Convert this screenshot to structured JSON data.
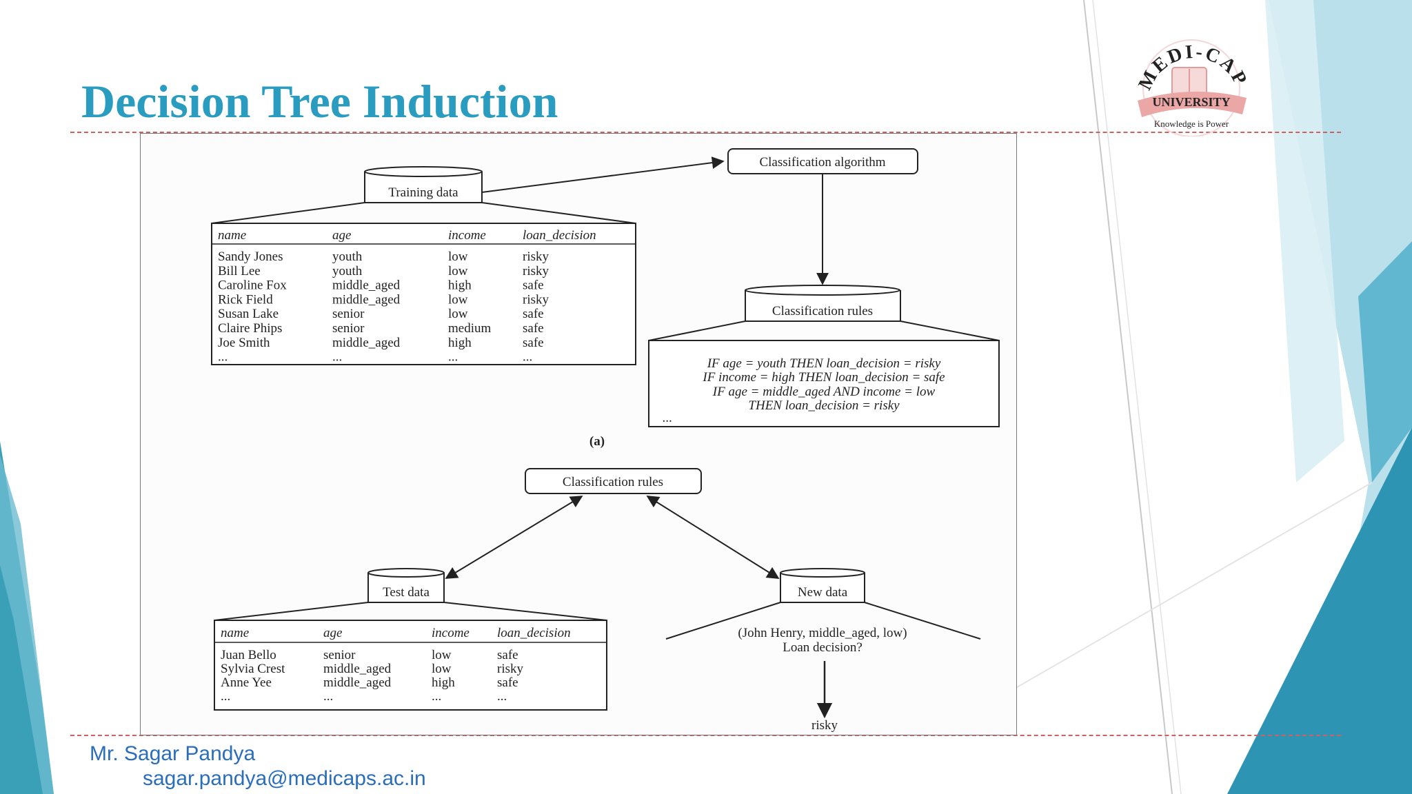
{
  "slide": {
    "title": "Decision Tree Induction",
    "footer_name": "Mr. Sagar Pandya",
    "footer_email": "sagar.pandya@medicaps.ac.in"
  },
  "logo": {
    "arc_text": "MEDI-CAPS",
    "banner_text": "UNIVERSITY",
    "tagline": "Knowledge is Power"
  },
  "colors": {
    "title": "#2a9cc0",
    "accent_teal": "#3aa0b8",
    "rule": "#d06060",
    "footer": "#2a6ebb"
  },
  "diagram": {
    "training_label": "Training data",
    "algorithm_label": "Classification algorithm",
    "rules_label": "Classification rules",
    "rules_label_b": "Classification rules",
    "test_label": "Test data",
    "new_label": "New data",
    "part_a": "(a)",
    "columns": [
      "name",
      "age",
      "income",
      "loan_decision"
    ],
    "training_rows": [
      [
        "Sandy Jones",
        "youth",
        "low",
        "risky"
      ],
      [
        "Bill Lee",
        "youth",
        "low",
        "risky"
      ],
      [
        "Caroline Fox",
        "middle_aged",
        "high",
        "safe"
      ],
      [
        "Rick Field",
        "middle_aged",
        "low",
        "risky"
      ],
      [
        "Susan Lake",
        "senior",
        "low",
        "safe"
      ],
      [
        "Claire Phips",
        "senior",
        "medium",
        "safe"
      ],
      [
        "Joe Smith",
        "middle_aged",
        "high",
        "safe"
      ],
      [
        "...",
        "...",
        "...",
        "..."
      ]
    ],
    "test_rows": [
      [
        "Juan Bello",
        "senior",
        "low",
        "safe"
      ],
      [
        "Sylvia Crest",
        "middle_aged",
        "low",
        "risky"
      ],
      [
        "Anne Yee",
        "middle_aged",
        "high",
        "safe"
      ],
      [
        "...",
        "...",
        "...",
        "..."
      ]
    ],
    "rules": [
      "IF age = youth THEN loan_decision = risky",
      "IF income = high THEN loan_decision = safe",
      "IF age = middle_aged AND income = low",
      "THEN loan_decision = risky",
      "..."
    ],
    "new_tuple": "(John Henry, middle_aged, low)",
    "new_question": "Loan decision?",
    "result": "risky"
  }
}
